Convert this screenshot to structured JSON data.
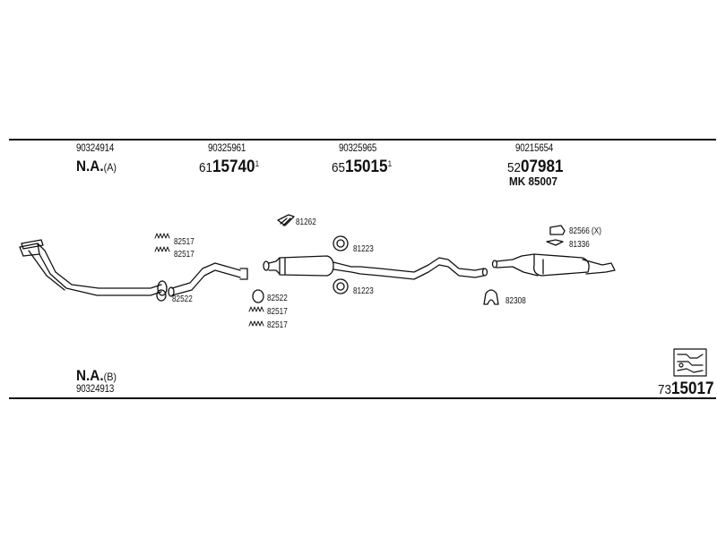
{
  "columns": [
    {
      "oe": "90324914",
      "na": "N.A.",
      "na_suffix": "(A)"
    },
    {
      "oe": "90325961",
      "prefix": "61",
      "main": "15740",
      "sup": "1"
    },
    {
      "oe": "90325965",
      "prefix": "65",
      "main": "15015",
      "sup": "1"
    },
    {
      "oe": "90215654",
      "prefix": "52",
      "main": "07981",
      "mk": "MK 85007"
    }
  ],
  "bottom_left": {
    "na": "N.A.",
    "na_suffix": "(B)",
    "oe": "90324913"
  },
  "bottom_right": {
    "prefix": "73",
    "main": "15017"
  },
  "parts": {
    "p81262": "81262",
    "p82517_a": "82517",
    "p82517_b": "82517",
    "p82522_a": "82522",
    "p82522_b": "82522",
    "p82517_c": "82517",
    "p82517_d": "82517",
    "p81223_a": "81223",
    "p81223_b": "81223",
    "p82566": "82566 (X)",
    "p81336": "81336",
    "p82308": "82308"
  }
}
